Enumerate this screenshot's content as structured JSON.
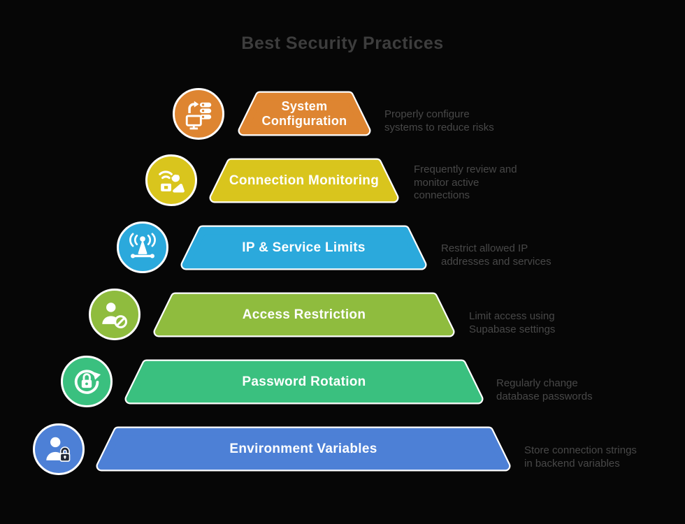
{
  "title": "Best Security Practices",
  "background": "#060606",
  "title_color": "#3d3d3d",
  "description_color": "#484848",
  "levels": [
    {
      "label": "System\nConfiguration",
      "description": "Properly configure\nsystems to reduce risks",
      "color": "#DE8531",
      "icon": "sync-computer-icon"
    },
    {
      "label": "Connection Monitoring",
      "description": "Frequently review and\nmonitor active\nconnections",
      "color": "#D9C51D",
      "icon": "laptop-monitoring-icon"
    },
    {
      "label": "IP & Service Limits",
      "description": "Restrict allowed IP\naddresses and services",
      "color": "#2BA9DC",
      "icon": "antenna-icon"
    },
    {
      "label": "Access Restriction",
      "description": "Limit access using\nSupabase settings",
      "color": "#8FBC3E",
      "icon": "user-block-icon"
    },
    {
      "label": "Password Rotation",
      "description": "Regularly change\ndatabase passwords",
      "color": "#3AC07F",
      "icon": "lock-rotation-icon"
    },
    {
      "label": "Environment Variables",
      "description": "Store connection strings\nin backend variables",
      "color": "#4D80D6",
      "icon": "user-lock-icon"
    }
  ]
}
